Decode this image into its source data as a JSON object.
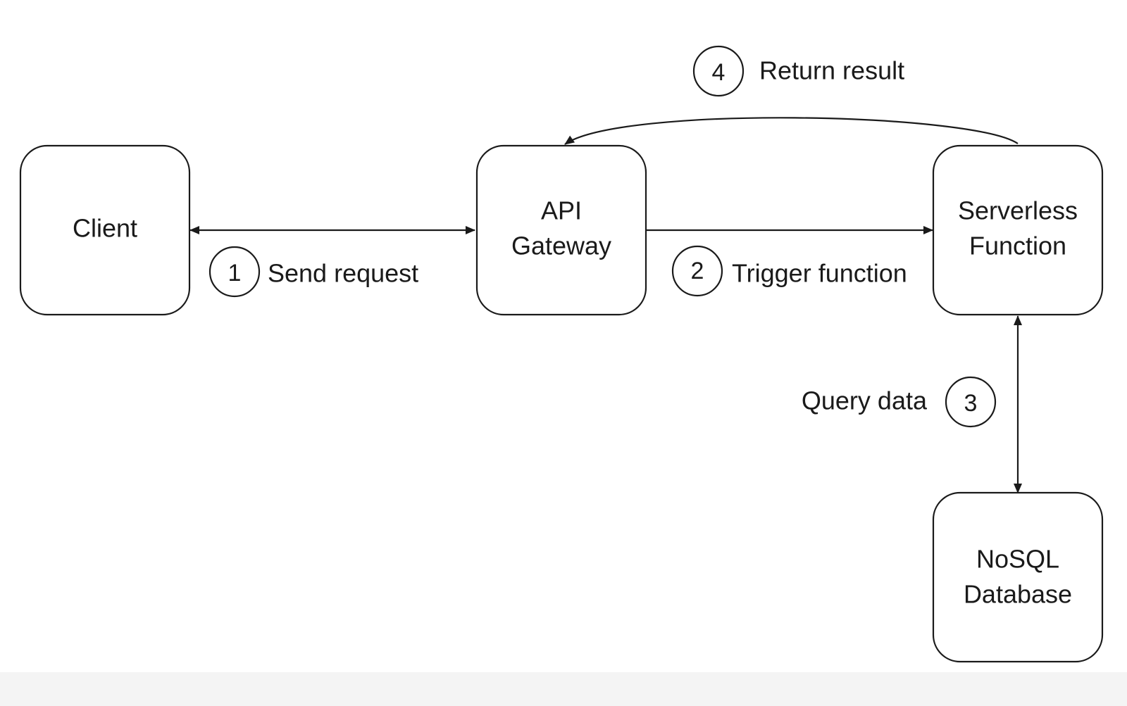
{
  "nodes": {
    "client": {
      "lines": [
        "Client"
      ]
    },
    "api_gateway": {
      "lines": [
        "API",
        "Gateway"
      ]
    },
    "serverless_function": {
      "lines": [
        "Serverless",
        "Function"
      ]
    },
    "nosql_database": {
      "lines": [
        "NoSQL",
        "Database"
      ]
    }
  },
  "steps": {
    "send_request": {
      "number": "1",
      "label": "Send request"
    },
    "trigger_function": {
      "number": "2",
      "label": "Trigger function"
    },
    "query_data": {
      "number": "3",
      "label": "Query data"
    },
    "return_result": {
      "number": "4",
      "label": "Return result"
    }
  },
  "colors": {
    "stroke": "#1a1a1a",
    "background": "#ffffff"
  }
}
